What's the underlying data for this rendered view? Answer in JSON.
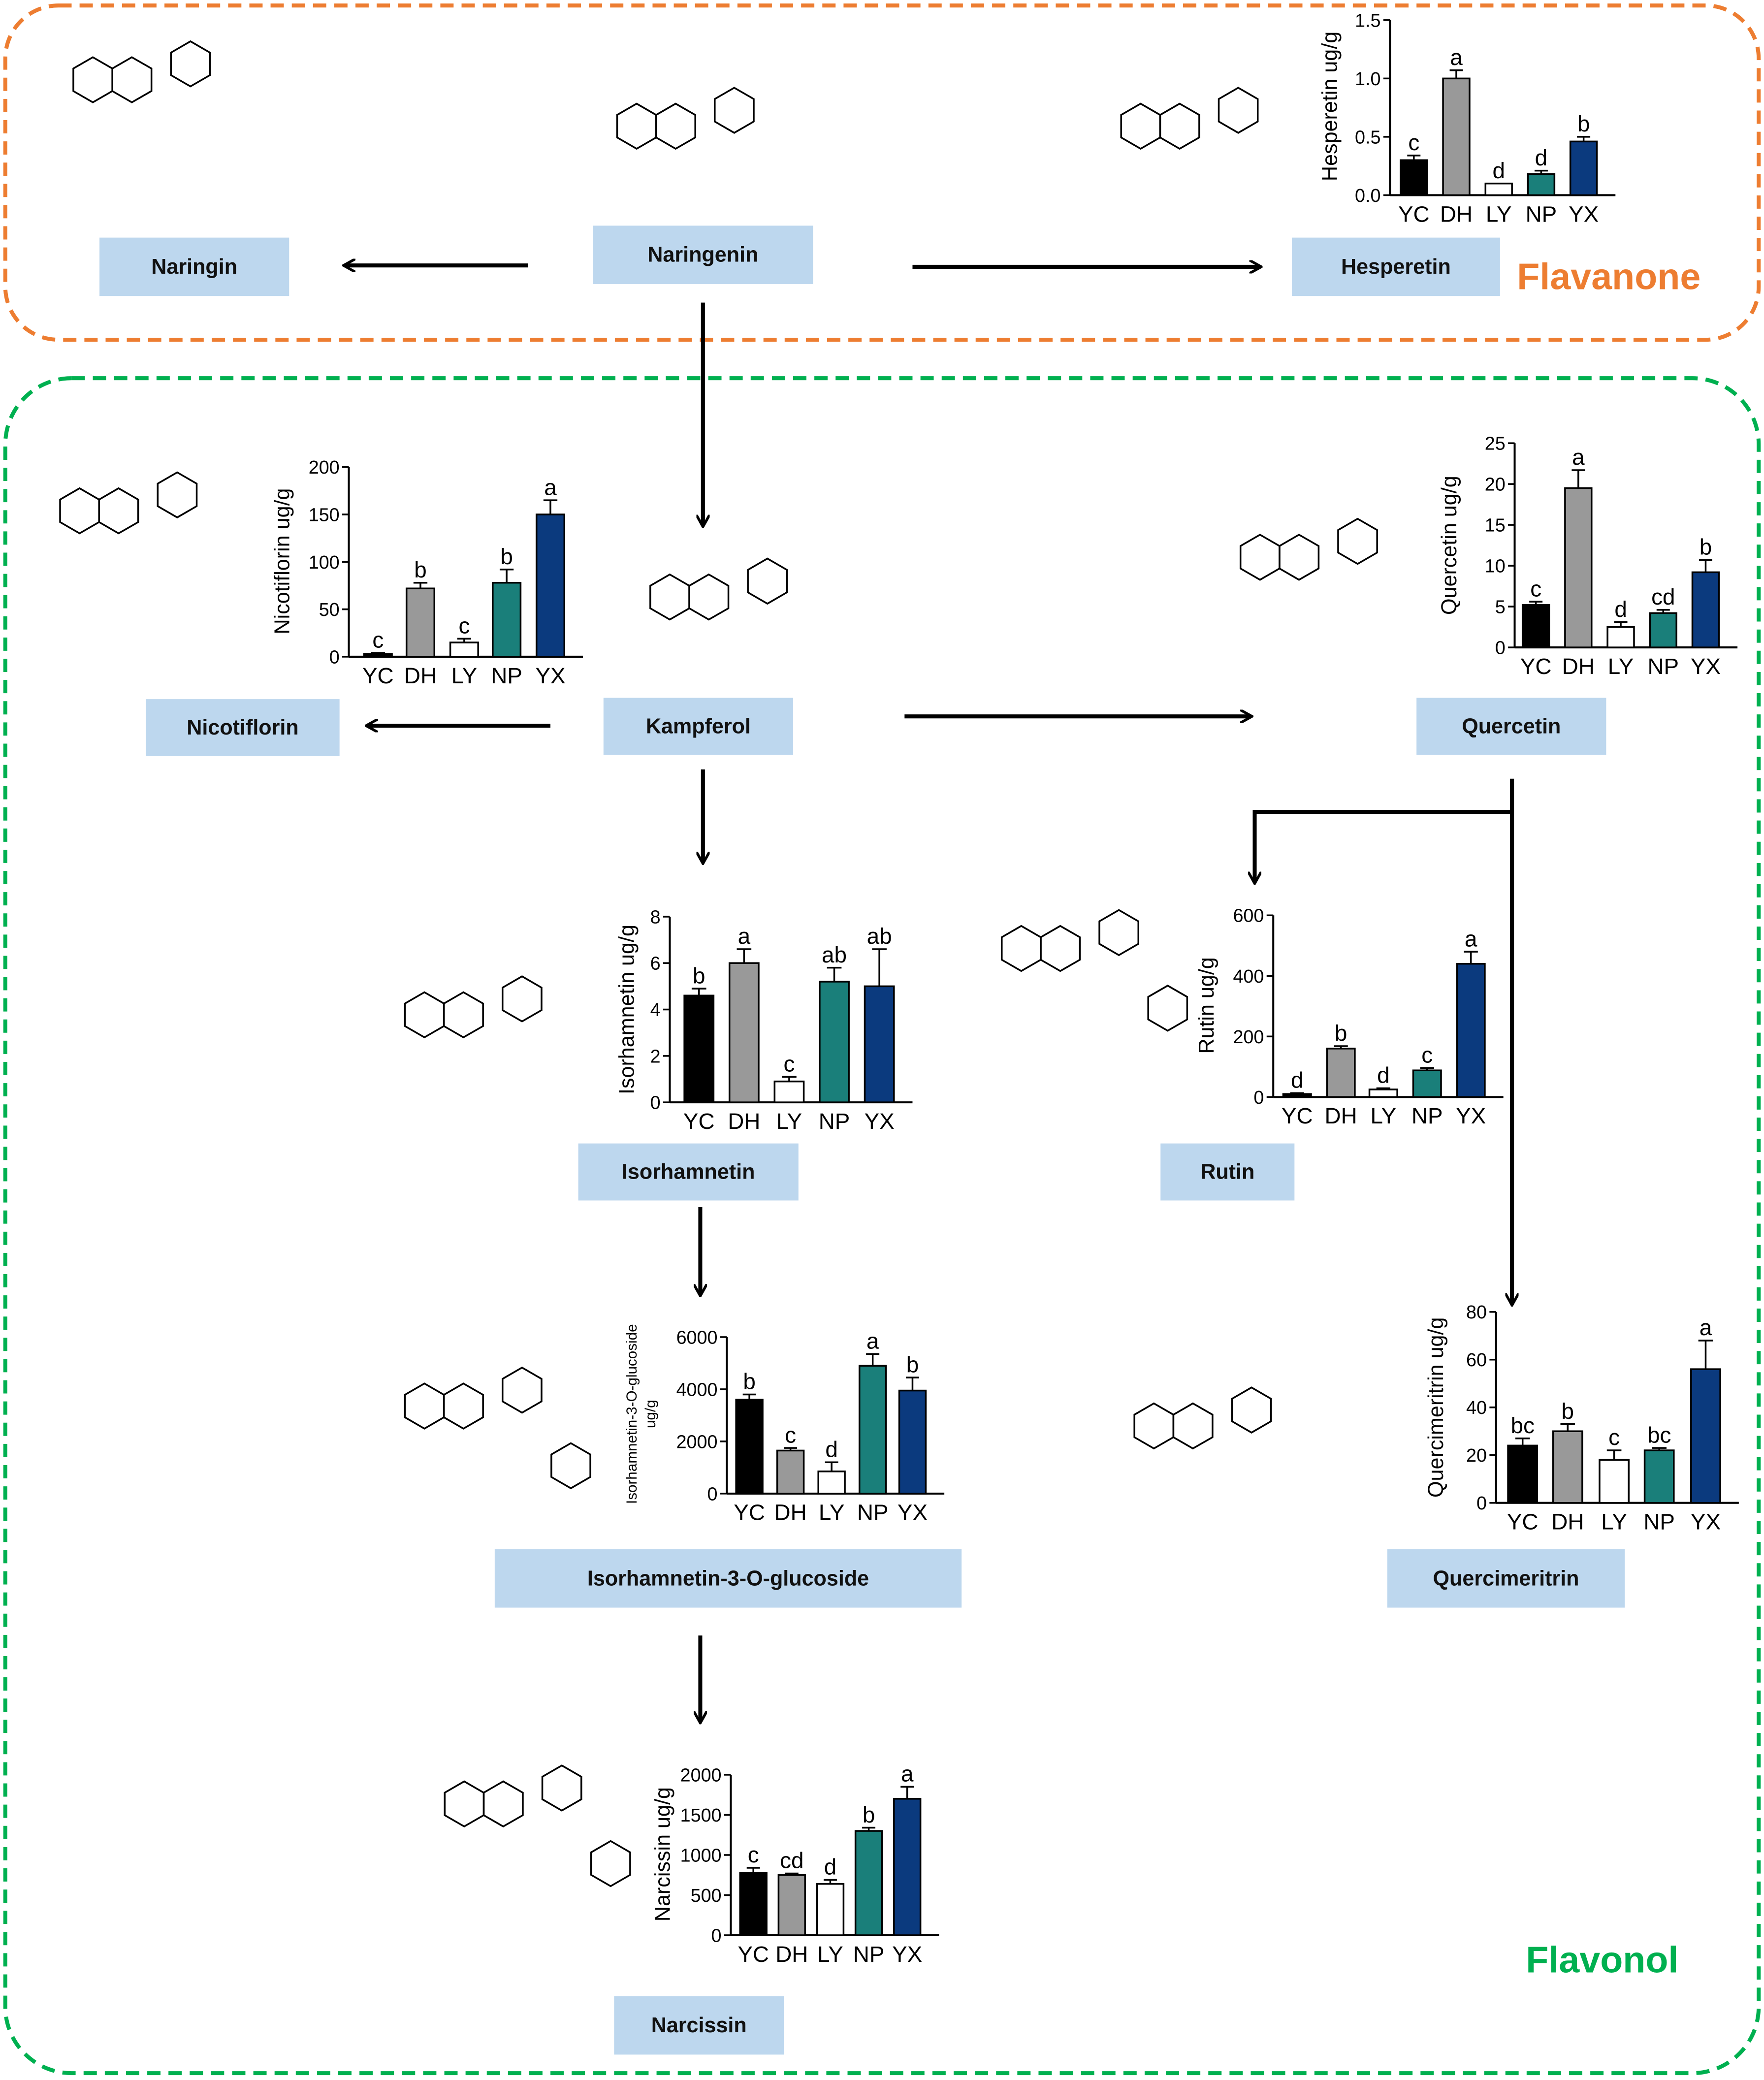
{
  "regions": {
    "flavanone": "Flavanone",
    "flavonol": "Flavonol"
  },
  "colors": {
    "flavanone": "#ed7d31",
    "flavonol": "#00b050",
    "box": "#bdd7ee",
    "YC": "#000000",
    "DH": "#999999",
    "LY": "#ffffff",
    "NP": "#1a7f7a",
    "YX": "#0b3a7e"
  },
  "compounds": {
    "naringin": "Naringin",
    "naringenin": "Naringenin",
    "hesperetin": "Hesperetin",
    "nicotiflorin": "Nicotiflorin",
    "kampferol": "Kampferol",
    "quercetin": "Quercetin",
    "isorhamnetin": "Isorhamnetin",
    "rutin": "Rutin",
    "i3g": "Isorhamnetin-3-O-glucoside",
    "quercimeritrin": "Quercimeritrin",
    "narcissin": "Narcissin"
  },
  "chart_data": [
    {
      "type": "bar",
      "title": "Hesperetin",
      "ylabel": "Hesperetin ug/g",
      "categories": [
        "YC",
        "DH",
        "LY",
        "NP",
        "YX"
      ],
      "values": [
        0.3,
        1.0,
        0.1,
        0.18,
        0.46
      ],
      "errors": [
        0.04,
        0.07,
        0.0,
        0.03,
        0.04
      ],
      "letters": [
        "c",
        "a",
        "d",
        "d",
        "b"
      ],
      "ylim": [
        0,
        1.5
      ],
      "yticks": [
        "0.0",
        "0.5",
        "1.0",
        "1.5"
      ]
    },
    {
      "type": "bar",
      "title": "Nicotiflorin",
      "ylabel": "Nicotiflorin ug/g",
      "categories": [
        "YC",
        "DH",
        "LY",
        "NP",
        "YX"
      ],
      "values": [
        3,
        72,
        15,
        78,
        150
      ],
      "errors": [
        1,
        6,
        4,
        14,
        15
      ],
      "letters": [
        "c",
        "b",
        "c",
        "b",
        "a"
      ],
      "ylim": [
        0,
        200
      ],
      "yticks": [
        "0",
        "50",
        "100",
        "150",
        "200"
      ]
    },
    {
      "type": "bar",
      "title": "Quercetin",
      "ylabel": "Quercetin ug/g",
      "categories": [
        "YC",
        "DH",
        "LY",
        "NP",
        "YX"
      ],
      "values": [
        5.2,
        19.5,
        2.5,
        4.2,
        9.2
      ],
      "errors": [
        0.4,
        2.2,
        0.6,
        0.4,
        1.5
      ],
      "letters": [
        "c",
        "a",
        "d",
        "cd",
        "b"
      ],
      "ylim": [
        0,
        25
      ],
      "yticks": [
        "0",
        "5",
        "10",
        "15",
        "20",
        "25"
      ]
    },
    {
      "type": "bar",
      "title": "Isorhamnetin",
      "ylabel": "Isorhamnetin ug/g",
      "categories": [
        "YC",
        "DH",
        "LY",
        "NP",
        "YX"
      ],
      "values": [
        4.6,
        6.0,
        0.9,
        5.2,
        5.0
      ],
      "errors": [
        0.3,
        0.6,
        0.2,
        0.6,
        1.6
      ],
      "letters": [
        "b",
        "a",
        "c",
        "ab",
        "ab"
      ],
      "ylim": [
        0,
        8
      ],
      "yticks": [
        "0",
        "2",
        "4",
        "6",
        "8"
      ]
    },
    {
      "type": "bar",
      "title": "Rutin",
      "ylabel": "Rutin ug/g",
      "categories": [
        "YC",
        "DH",
        "LY",
        "NP",
        "YX"
      ],
      "values": [
        10,
        160,
        25,
        88,
        440
      ],
      "errors": [
        3,
        8,
        4,
        8,
        40
      ],
      "letters": [
        "d",
        "b",
        "d",
        "c",
        "a"
      ],
      "ylim": [
        0,
        600
      ],
      "yticks": [
        "0",
        "200",
        "400",
        "600"
      ]
    },
    {
      "type": "bar",
      "title": "Isorhamnetin-3-O-glucoside",
      "ylabel": "Isorhamnetin-3-O-glucoside ug/g",
      "categories": [
        "YC",
        "DH",
        "LY",
        "NP",
        "YX"
      ],
      "values": [
        3600,
        1650,
        850,
        4900,
        3950
      ],
      "errors": [
        200,
        100,
        350,
        450,
        500
      ],
      "letters": [
        "b",
        "c",
        "d",
        "a",
        "b"
      ],
      "ylim": [
        0,
        6000
      ],
      "yticks": [
        "0",
        "2000",
        "4000",
        "6000"
      ]
    },
    {
      "type": "bar",
      "title": "Quercimeritrin",
      "ylabel": "Quercimeritrin ug/g",
      "categories": [
        "YC",
        "DH",
        "LY",
        "NP",
        "YX"
      ],
      "values": [
        24,
        30,
        18,
        22,
        56
      ],
      "errors": [
        3,
        3,
        4,
        1,
        12
      ],
      "letters": [
        "bc",
        "b",
        "c",
        "bc",
        "a"
      ],
      "ylim": [
        0,
        80
      ],
      "yticks": [
        "0",
        "20",
        "40",
        "60",
        "80"
      ]
    },
    {
      "type": "bar",
      "title": "Narcissin",
      "ylabel": "Narcissin ug/g",
      "categories": [
        "YC",
        "DH",
        "LY",
        "NP",
        "YX"
      ],
      "values": [
        780,
        750,
        640,
        1300,
        1700
      ],
      "errors": [
        60,
        20,
        50,
        40,
        150
      ],
      "letters": [
        "c",
        "cd",
        "d",
        "b",
        "a"
      ],
      "ylim": [
        0,
        2000
      ],
      "yticks": [
        "0",
        "500",
        "1000",
        "1500",
        "2000"
      ]
    }
  ]
}
